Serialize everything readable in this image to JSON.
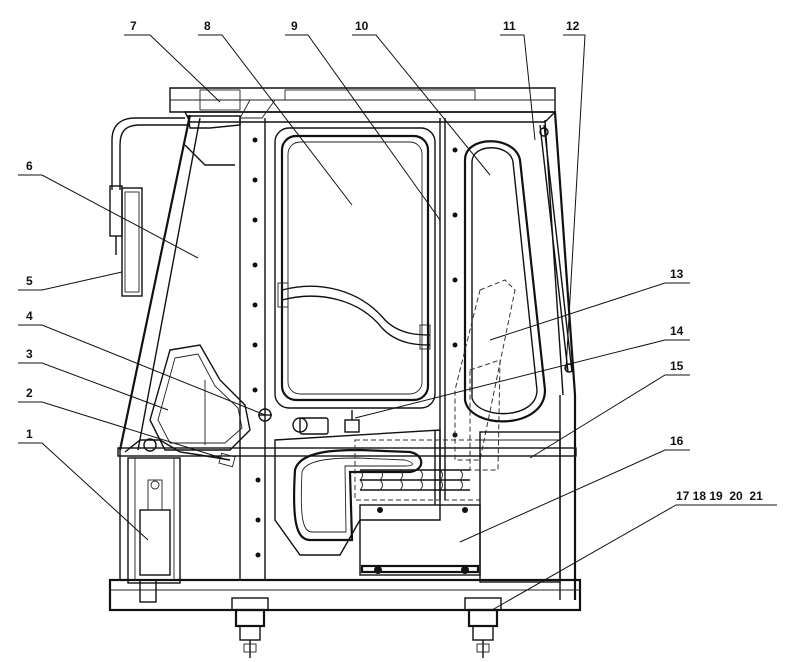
{
  "callouts": [
    {
      "id": "1",
      "text": "1"
    },
    {
      "id": "2",
      "text": "2"
    },
    {
      "id": "3",
      "text": "3"
    },
    {
      "id": "4",
      "text": "4"
    },
    {
      "id": "5",
      "text": "5"
    },
    {
      "id": "6",
      "text": "6"
    },
    {
      "id": "7",
      "text": "7"
    },
    {
      "id": "8",
      "text": "8"
    },
    {
      "id": "9",
      "text": "9"
    },
    {
      "id": "10",
      "text": "10"
    },
    {
      "id": "11",
      "text": "11"
    },
    {
      "id": "12",
      "text": "12"
    },
    {
      "id": "13",
      "text": "13"
    },
    {
      "id": "14",
      "text": "14"
    },
    {
      "id": "15",
      "text": "15"
    },
    {
      "id": "16",
      "text": "16"
    },
    {
      "id": "17-21",
      "text": "17 18 19  20  21"
    }
  ]
}
